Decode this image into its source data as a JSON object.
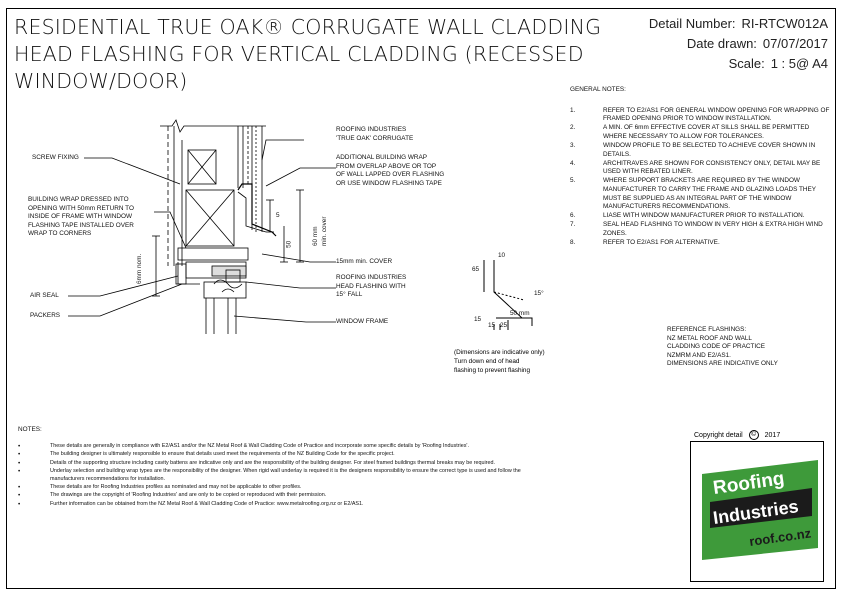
{
  "title_lines": [
    "RESIDENTIAL TRUE OAK® CORRUGATE WALL CLADDING",
    "HEAD FLASHING FOR VERTICAL CLADDING (RECESSED",
    "WINDOW/DOOR)"
  ],
  "meta": {
    "detail_label": "Detail Number:",
    "detail_value": "RI-RTCW012A",
    "date_label": "Date drawn:",
    "date_value": "07/07/2017",
    "scale_label": "Scale:",
    "scale_value": "1 : 5@ A4"
  },
  "labels": {
    "roofing_corrugate": [
      "ROOFING INDUSTRIES",
      "'TRUE OAK' CORRUGATE"
    ],
    "additional_wrap": [
      "ADDITIONAL BUILDING WRAP",
      "FROM OVERLAP ABOVE OR TOP",
      "OF WALL LAPPED OVER FLASHING",
      "OR USE WINDOW FLASHING TAPE"
    ],
    "screw_fixing": "SCREW FIXING",
    "building_wrap": [
      "BUILDING WRAP DRESSED INTO",
      "OPENING WITH 50mm RETURN TO",
      "INSIDE OF FRAME WITH WINDOW",
      "FLASHING TAPE INSTALLED OVER",
      "WRAP TO CORNERS"
    ],
    "cover_15": "15mm min. COVER",
    "head_flashing": [
      "ROOFING INDUSTRIES",
      "HEAD FLASHING WITH",
      "15° FALL"
    ],
    "air_seal": "AIR SEAL",
    "packers": "PACKERS",
    "window_frame": "WINDOW FRAME",
    "dim_60_cover": [
      "60 mm",
      "min. cover"
    ],
    "dim_5": "5",
    "dim_50": "50",
    "dim_6_nom": "6mm nom."
  },
  "flashing_profile": {
    "dims": [
      "10",
      "65",
      "15°",
      "50 mm",
      "15",
      "25",
      "15"
    ],
    "note": [
      "(Dimensions are indicative only)",
      "Turn down end of head",
      "flashing to prevent flashing"
    ]
  },
  "general_notes": {
    "heading": "GENERAL NOTES:",
    "items": [
      {
        "n": "1.",
        "t": "REFER TO E2/AS1 FOR GENERAL WINDOW OPENING FOR WRAPPING OF FRAMED OPENING PRIOR TO WINDOW INSTALLATION."
      },
      {
        "n": "2.",
        "t": "A MIN. OF 6mm EFFECTIVE COVER AT SILLS SHALL BE PERMITTED WHERE NECESSARY TO ALLOW FOR TOLERANCES."
      },
      {
        "n": "3.",
        "t": "WINDOW PROFILE TO BE SELECTED TO ACHIEVE COVER SHOWN IN DETAILS."
      },
      {
        "n": "4.",
        "t": "ARCHITRAVES ARE SHOWN FOR CONSISTENCY ONLY, DETAIL MAY BE USED WITH REBATED LINER."
      },
      {
        "n": "5.",
        "t": "WHERE SUPPORT BRACKETS ARE REQUIRED BY THE WINDOW MANUFACTURER TO CARRY THE FRAME AND GLAZING LOADS THEY MUST BE SUPPLIED AS AN INTEGRAL PART OF THE WINDOW MANUFACTURERS RECOMMENDATIONS."
      },
      {
        "n": "6.",
        "t": "LIASE WITH WINDOW MANUFACTURER PRIOR TO INSTALLATION."
      },
      {
        "n": "7.",
        "t": "SEAL HEAD FLASHING TO WINDOW IN VERY HIGH & EXTRA HIGH WIND ZONES."
      },
      {
        "n": "8.",
        "t": "REFER TO E2/AS1 FOR ALTERNATIVE."
      }
    ]
  },
  "reference": [
    "REFERENCE FLASHINGS:",
    "NZ METAL ROOF AND WALL",
    "CLADDING CODE OF PRACTICE",
    "NZMRM AND E2/AS1.",
    "DIMENSIONS ARE INDICATIVE ONLY"
  ],
  "copyright": {
    "label": "Copyright detail",
    "symbol": "©",
    "year": "2017"
  },
  "logo": {
    "line1": "Roofing",
    "line2": "Industries",
    "url": "roof.co.nz",
    "bg": "#3e9a3a",
    "dark": "#1b1b1b"
  },
  "notes": {
    "heading": "NOTES:",
    "items": [
      "These details are generally in compliance with E2/AS1 and/or the NZ Metal Roof & Wall Cladding Code of Practice and incorporate some specific details by 'Roofing Industries'.",
      "The building designer is ultimately responsible to ensure that details used meet the requirements of the NZ Building Code for the specific project.",
      "Details of the supporting structure including cavity battens are indicative only and are the responsibility of the building designer. For steel framed buildings thermal breaks may be required.",
      "Underlay selection and building wrap types are the responsibility of the designer. When rigid wall underlay is required it is the designers responsibility to ensure the correct type is used and follow the manufacturers recommendations for installation.",
      "These details are for Roofing Industries profiles as nominated and may not be applicable to other profiles.",
      "The drawings are the copyright of 'Roofing Industries' and are only to be copied or reproduced with their permission.",
      "Further information can be obtained from the NZ Metal Roof & Wall Cladding Code of Practice: www.metalroofing.org.nz or E2/AS1."
    ]
  }
}
